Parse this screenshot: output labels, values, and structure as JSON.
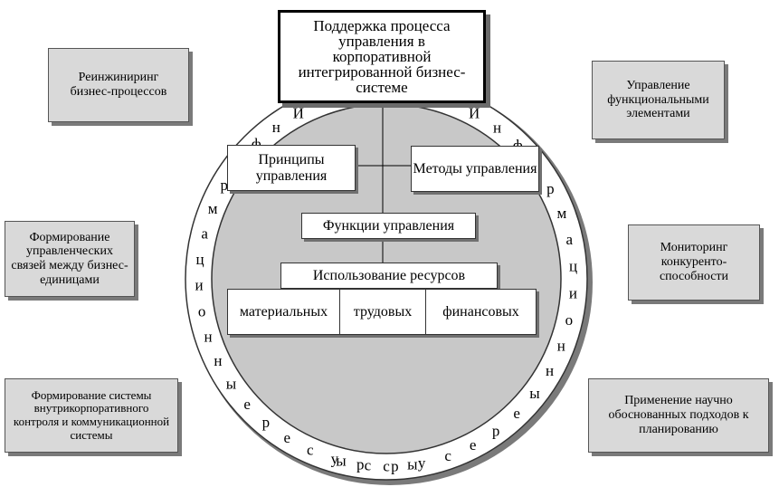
{
  "center": {
    "title": "Поддержка процесса управления в корпоративной интегрированной бизнес-системе",
    "principles": "Принципы управления",
    "methods": "Методы управления",
    "functions": "Функции управления",
    "resources_title": "Использование ресурсов",
    "resources": [
      "материальных",
      "трудовых",
      "финансовых"
    ]
  },
  "ring": {
    "left_text": "Информационные ресурсы",
    "right_text": "Информационные ресурсы"
  },
  "left_boxes": [
    "Реинжиниринг бизнес-процессов",
    "Формирование управленческих связей между бизнес-единицами",
    "Формирование системы внутрикорпоративного контроля и коммуникационной системы"
  ],
  "right_boxes": [
    "Управление функциональными элементами",
    "Мониторинг конкуренто-способности",
    "Применение научно обоснованных подходов к планированию"
  ],
  "colors": {
    "inner_circle": "#c8c8c8",
    "outer_ring": "#ffffff",
    "side_box": "#d9d9d9"
  }
}
